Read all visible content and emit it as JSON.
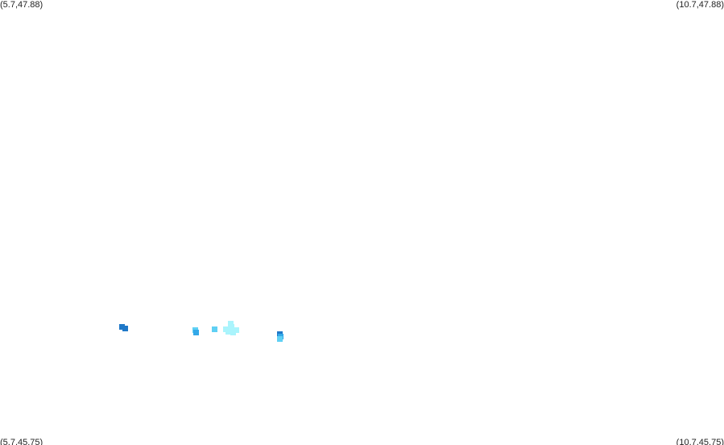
{
  "corners": {
    "top_left": "(5.7,47.88)",
    "top_right": "(10.7,47.88)",
    "bottom_left": "(5.7,45.75)",
    "bottom_right": "(10.7,45.75)"
  },
  "bounds": {
    "lon_min": 5.7,
    "lon_max": 10.7,
    "lat_min": 45.75,
    "lat_max": 47.88
  },
  "colors": {
    "dark": "#1f78c8",
    "medium": "#33a8e8",
    "light": "#5fd0f4",
    "pale": "#aaf4fc"
  },
  "cells": [
    {
      "lon": 6.54,
      "lat": 46.316,
      "color": "dark"
    },
    {
      "lon": 6.565,
      "lat": 46.307,
      "color": "dark"
    },
    {
      "lon": 7.05,
      "lat": 46.301,
      "color": "light"
    },
    {
      "lon": 7.055,
      "lat": 46.289,
      "color": "medium"
    },
    {
      "lon": 7.18,
      "lat": 46.303,
      "color": "light"
    },
    {
      "lon": 7.295,
      "lat": 46.331,
      "color": "pale"
    },
    {
      "lon": 7.3,
      "lat": 46.316,
      "color": "pale"
    },
    {
      "lon": 7.26,
      "lat": 46.303,
      "color": "pale"
    },
    {
      "lon": 7.3,
      "lat": 46.303,
      "color": "pale"
    },
    {
      "lon": 7.33,
      "lat": 46.298,
      "color": "pale"
    },
    {
      "lon": 7.275,
      "lat": 46.291,
      "color": "pale"
    },
    {
      "lon": 7.31,
      "lat": 46.289,
      "color": "pale"
    },
    {
      "lon": 7.635,
      "lat": 46.282,
      "color": "dark"
    },
    {
      "lon": 7.64,
      "lat": 46.269,
      "color": "medium"
    },
    {
      "lon": 7.635,
      "lat": 46.258,
      "color": "light"
    }
  ]
}
